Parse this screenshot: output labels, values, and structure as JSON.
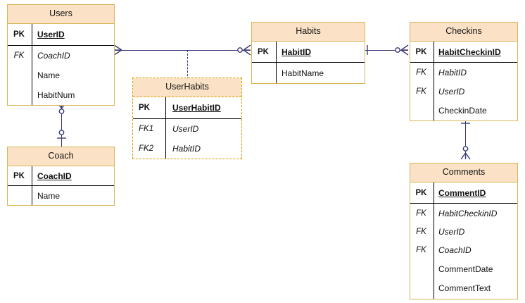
{
  "diagram": {
    "type": "entity-relationship-diagram",
    "notation": "crow's foot",
    "colors": {
      "entity_border": "#d6b656",
      "entity_header_fill": "#fbe2c6",
      "associative_border": "#d79b00",
      "divider": "#000000",
      "connector": "#3a3a78",
      "background": "#ffffff"
    }
  },
  "entities": [
    {
      "id": "users",
      "name": "Users",
      "style": "solid",
      "attributes": [
        {
          "key": "PK",
          "name": "UserID",
          "role": "pk"
        },
        {
          "key": "FK",
          "name": "CoachID",
          "role": "fk"
        },
        {
          "key": "",
          "name": "Name",
          "role": "plain"
        },
        {
          "key": "",
          "name": "HabitNum",
          "role": "plain"
        }
      ]
    },
    {
      "id": "coach",
      "name": "Coach",
      "style": "solid",
      "attributes": [
        {
          "key": "PK",
          "name": "CoachID",
          "role": "pk"
        },
        {
          "key": "",
          "name": "Name",
          "role": "plain"
        }
      ]
    },
    {
      "id": "userhabits",
      "name": "UserHabits",
      "style": "dashed",
      "attributes": [
        {
          "key": "PK",
          "name": "UserHabitID",
          "role": "pk"
        },
        {
          "key": "FK1",
          "name": "UserID",
          "role": "fk"
        },
        {
          "key": "FK2",
          "name": "HabitID",
          "role": "fk"
        }
      ]
    },
    {
      "id": "habits",
      "name": "Habits",
      "style": "solid",
      "attributes": [
        {
          "key": "PK",
          "name": "HabitID",
          "role": "pk"
        },
        {
          "key": "",
          "name": "HabitName",
          "role": "plain"
        }
      ]
    },
    {
      "id": "checkins",
      "name": "Checkins",
      "style": "solid",
      "attributes": [
        {
          "key": "PK",
          "name": "HabitCheckinID",
          "role": "pk"
        },
        {
          "key": "FK",
          "name": "HabitID",
          "role": "fk"
        },
        {
          "key": "FK",
          "name": "UserID",
          "role": "fk"
        },
        {
          "key": "",
          "name": "CheckinDate",
          "role": "plain"
        }
      ]
    },
    {
      "id": "comments",
      "name": "Comments",
      "style": "solid",
      "attributes": [
        {
          "key": "PK",
          "name": "CommentID",
          "role": "pk"
        },
        {
          "key": "FK",
          "name": "HabitCheckinID",
          "role": "fk"
        },
        {
          "key": "FK",
          "name": "UserID",
          "role": "fk"
        },
        {
          "key": "FK",
          "name": "CoachID",
          "role": "fk"
        },
        {
          "key": "",
          "name": "CommentDate",
          "role": "plain"
        },
        {
          "key": "",
          "name": "CommentText",
          "role": "plain"
        }
      ]
    }
  ],
  "relationships": [
    {
      "id": "users-habits",
      "from": "Users",
      "to": "Habits",
      "from_cardinality": "one-or-many",
      "to_cardinality": "zero-or-many",
      "associative_entity": "UserHabits",
      "line": "solid-with-dashed-drop"
    },
    {
      "id": "users-coach",
      "from": "Users",
      "to": "Coach",
      "from_cardinality": "zero-or-many",
      "to_cardinality": "zero-or-one",
      "line": "solid"
    },
    {
      "id": "habits-checkins",
      "from": "Habits",
      "to": "Checkins",
      "from_cardinality": "one-and-only-one",
      "to_cardinality": "zero-or-many",
      "line": "solid"
    },
    {
      "id": "checkins-comments",
      "from": "Checkins",
      "to": "Comments",
      "from_cardinality": "one-and-only-one",
      "to_cardinality": "zero-or-many",
      "line": "solid"
    }
  ]
}
